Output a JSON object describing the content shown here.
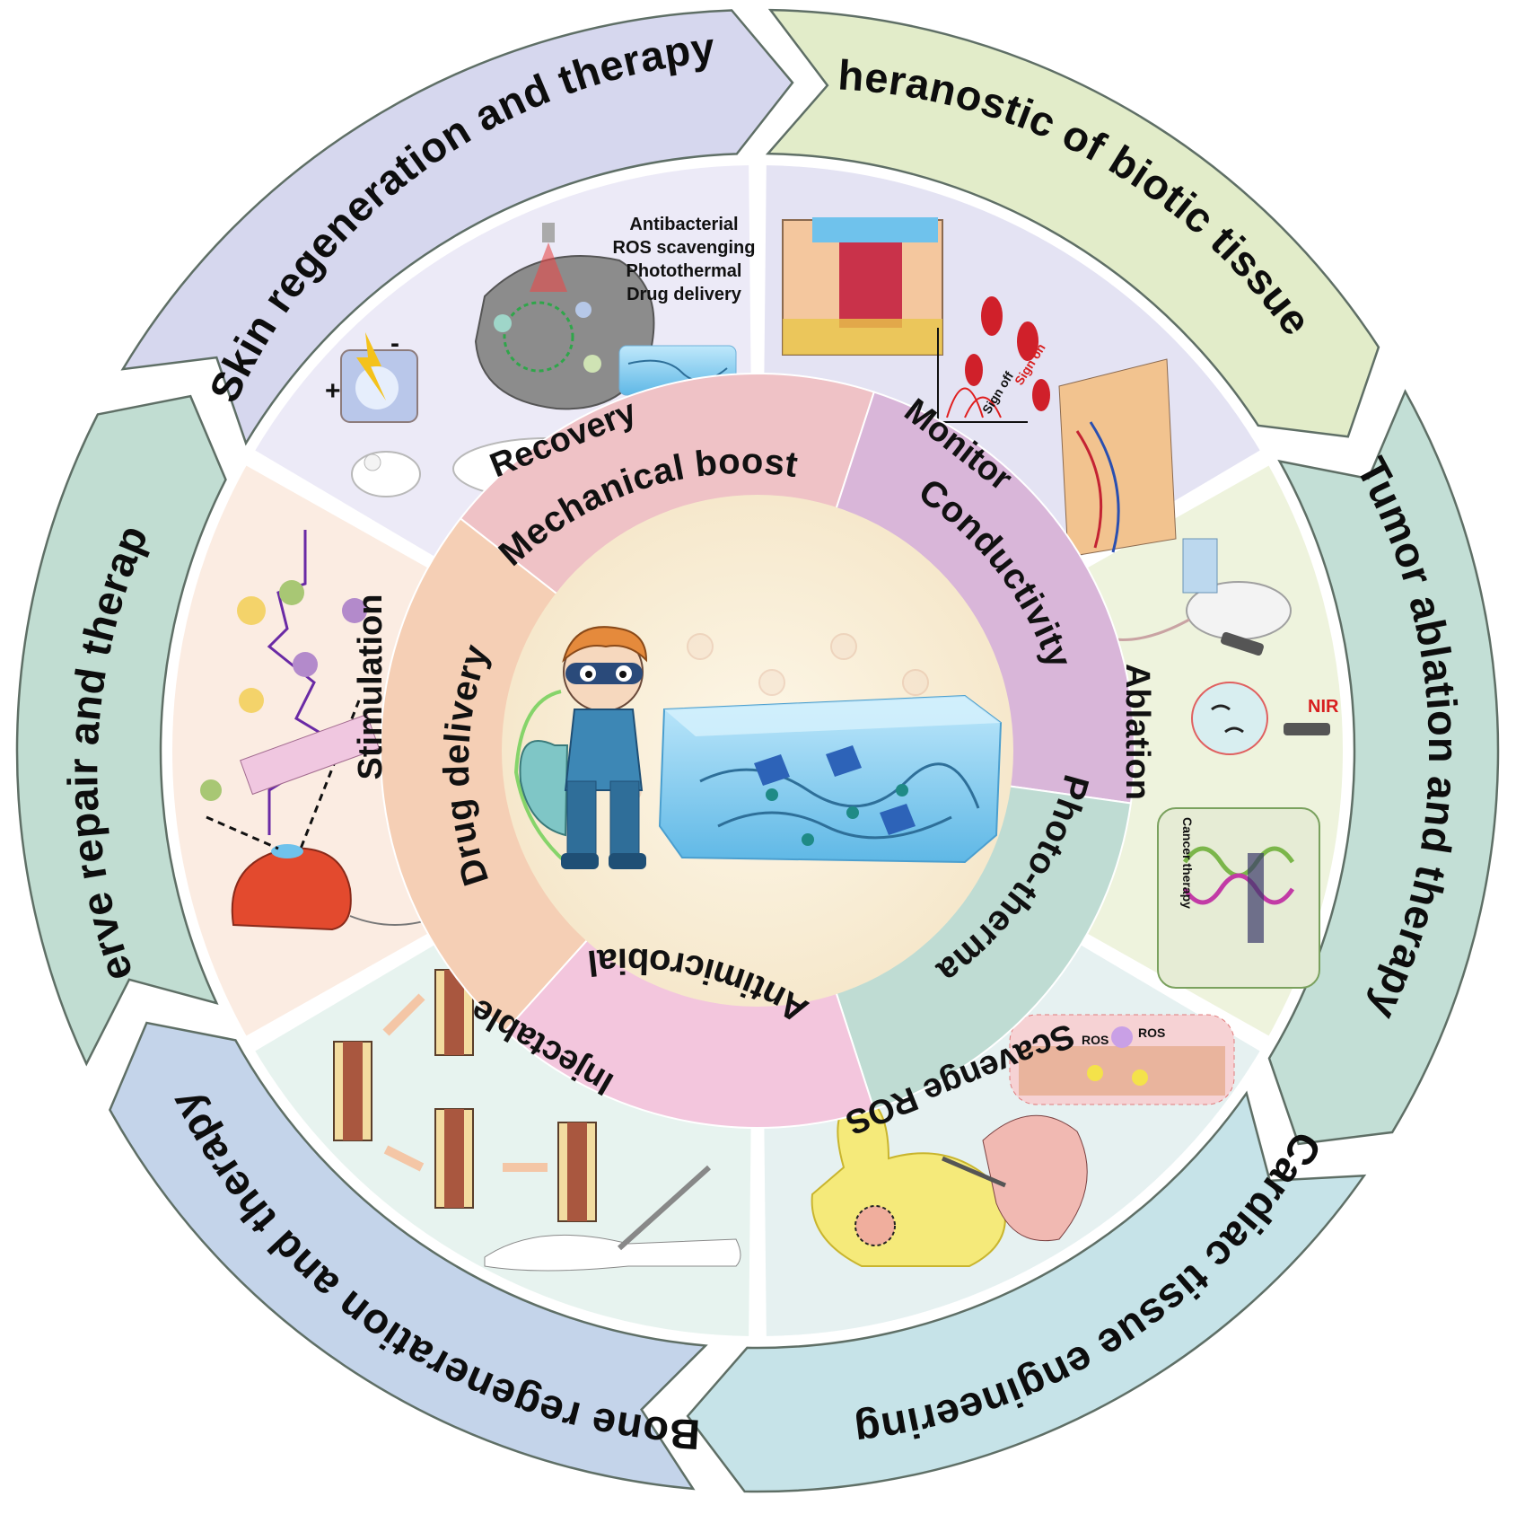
{
  "outer_ring": {
    "skin": "Skin regeneration and therapy",
    "theranostic": "Theranostic of biotic tissues",
    "tumor": "Tumor ablation and therapy",
    "cardiac": "Cardiac tissue engineering",
    "bone": "Bone regeneration and therapy",
    "nerve": "Nerve repair and therapy"
  },
  "inner_ring": {
    "mechanical": "Mechanical boost",
    "conductivity": "Conductivity",
    "photothermal": "Photo-thermal",
    "antimicrobial": "Antimicrobial",
    "drug_delivery": "Drug delivery"
  },
  "sectors": {
    "recovery": "Recovery",
    "monitor": "Monitor",
    "ablation": "Ablation",
    "scavenge": "Scavenge ROS",
    "injectable": "Injectable",
    "stimulation": "Stimulation"
  },
  "recovery_panel": {
    "features": [
      "Antibacterial",
      "ROS scavenging",
      "Photothermal",
      "Drug delivery"
    ],
    "plus": "+",
    "minus": "-"
  },
  "monitor_panel": {
    "sign_on": "Sign on",
    "sign_off": "Sign off"
  },
  "ablation_panel": {
    "nir": "NIR",
    "cancer_therapy": "Cancer therapy"
  },
  "scavenge_panel": {
    "ros_1": "ROS",
    "ros_2": "ROS"
  },
  "colors": {
    "skin": "#d6d7ee",
    "theranostic": "#e2ecc9",
    "tumor": "#c3dfd6",
    "cardiac": "#c6e3e8",
    "bone": "#c4d4ea",
    "nerve": "#c1ddd2",
    "mechanical": "#efc2c6",
    "conductivity": "#d9b6d9",
    "photothermal": "#bfdcd3",
    "antimicrobial": "#f3c6dd",
    "drug_delivery": "#f5cfb5",
    "core": "#faf1dc"
  }
}
